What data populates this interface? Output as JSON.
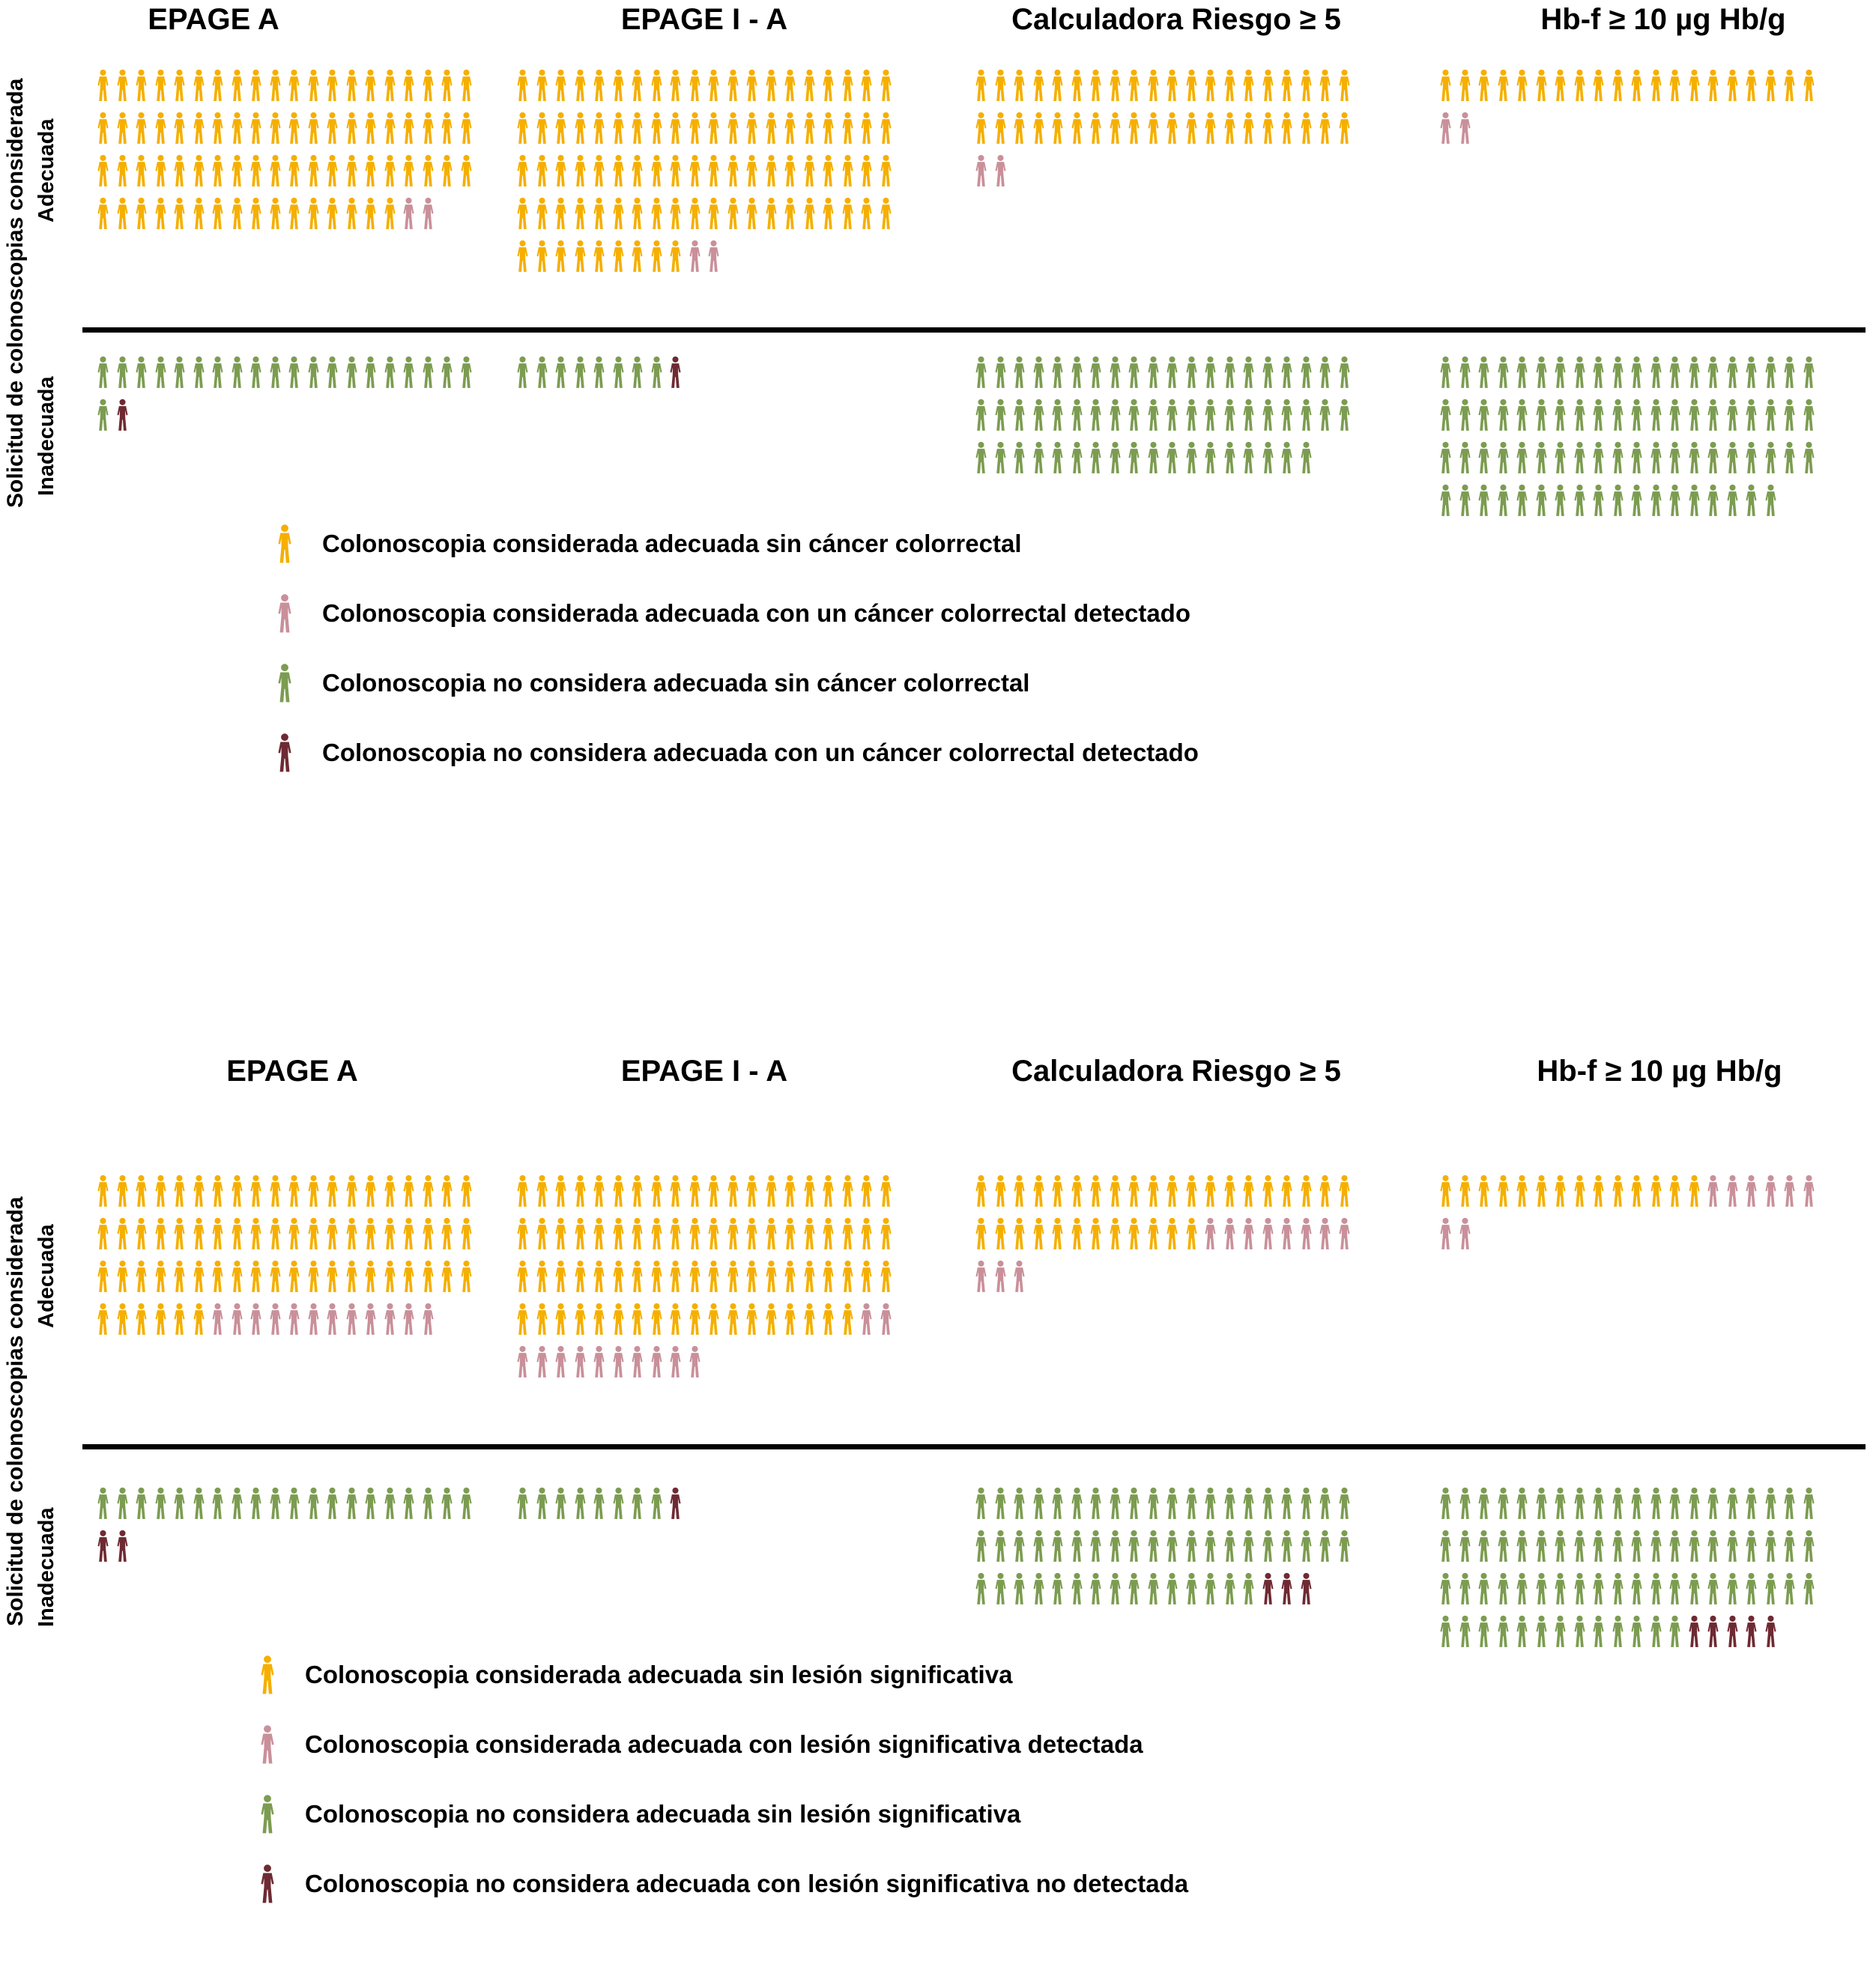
{
  "figure": {
    "axis_title": "Solicitud de colonoscopias considerada",
    "section_labels": {
      "adequate": "Adecuada",
      "inadequate": "Inadecuada"
    }
  },
  "colors": {
    "y": "#F5AF00",
    "p": "#C9909A",
    "g": "#7C9C51",
    "d": "#6E2A33"
  },
  "chart_data": {
    "type": "pictograph",
    "description_of_keys": {
      "y": "adequate colonoscopy without finding (yellow person)",
      "p": "adequate colonoscopy with finding detected (pink person)",
      "g": "not-adequate colonoscopy without finding (green person)",
      "d": "not-adequate colonoscopy with finding (dark red person)"
    },
    "panels": [
      {
        "outcome": "cáncer colorrectal",
        "legend": [
          {
            "category": "y",
            "label": "Colonoscopia considerada adecuada sin cáncer colorrectal"
          },
          {
            "category": "p",
            "label": "Colonoscopia considerada adecuada con un cáncer colorrectal detectado"
          },
          {
            "category": "g",
            "label": "Colonoscopia no considera adecuada sin cáncer colorrectal"
          },
          {
            "category": "d",
            "label": "Colonoscopia no considera adecuada con un cáncer colorrectal detectado"
          }
        ],
        "columns": [
          {
            "header": "EPAGE A",
            "adequate_rows": [
              [
                [
                  "y",
                  20
                ]
              ],
              [
                [
                  "y",
                  20
                ]
              ],
              [
                [
                  "y",
                  20
                ]
              ],
              [
                [
                  "y",
                  16
                ],
                [
                  "p",
                  2
                ]
              ]
            ],
            "inadequate_rows": [
              [
                [
                  "g",
                  20
                ]
              ],
              [
                [
                  "g",
                  1
                ],
                [
                  "d",
                  1
                ]
              ]
            ],
            "totals": {
              "y": 76,
              "p": 2,
              "g": 21,
              "d": 1
            }
          },
          {
            "header": "EPAGE I - A",
            "adequate_rows": [
              [
                [
                  "y",
                  20
                ]
              ],
              [
                [
                  "y",
                  20
                ]
              ],
              [
                [
                  "y",
                  20
                ]
              ],
              [
                [
                  "y",
                  20
                ]
              ],
              [
                [
                  "y",
                  9
                ],
                [
                  "p",
                  2
                ]
              ]
            ],
            "inadequate_rows": [
              [
                [
                  "g",
                  8
                ],
                [
                  "d",
                  1
                ]
              ]
            ],
            "totals": {
              "y": 89,
              "p": 2,
              "g": 8,
              "d": 1
            }
          },
          {
            "header": "Calculadora Riesgo ≥ 5",
            "adequate_rows": [
              [
                [
                  "y",
                  20
                ]
              ],
              [
                [
                  "y",
                  20
                ]
              ],
              [
                [
                  "p",
                  2
                ]
              ]
            ],
            "inadequate_rows": [
              [
                [
                  "g",
                  20
                ]
              ],
              [
                [
                  "g",
                  20
                ]
              ],
              [
                [
                  "g",
                  18
                ]
              ]
            ],
            "totals": {
              "y": 40,
              "p": 2,
              "g": 58,
              "d": 0
            }
          },
          {
            "header": "Hb-f ≥  10 µg Hb/g",
            "adequate_rows": [
              [
                [
                  "y",
                  20
                ]
              ],
              [
                [
                  "p",
                  2
                ]
              ]
            ],
            "inadequate_rows": [
              [
                [
                  "g",
                  20
                ]
              ],
              [
                [
                  "g",
                  20
                ]
              ],
              [
                [
                  "g",
                  20
                ]
              ],
              [
                [
                  "g",
                  18
                ]
              ]
            ],
            "totals": {
              "y": 20,
              "p": 2,
              "g": 78,
              "d": 0
            }
          }
        ]
      },
      {
        "outcome": "lesión significativa",
        "legend": [
          {
            "category": "y",
            "label": "Colonoscopia considerada adecuada sin lesión significativa"
          },
          {
            "category": "p",
            "label": "Colonoscopia considerada adecuada con lesión significativa detectada"
          },
          {
            "category": "g",
            "label": "Colonoscopia no considera adecuada sin lesión significativa"
          },
          {
            "category": "d",
            "label": "Colonoscopia no considera adecuada con lesión significativa no detectada"
          }
        ],
        "columns": [
          {
            "header": "EPAGE A",
            "adequate_rows": [
              [
                [
                  "y",
                  20
                ]
              ],
              [
                [
                  "y",
                  20
                ]
              ],
              [
                [
                  "y",
                  20
                ]
              ],
              [
                [
                  "y",
                  6
                ],
                [
                  "p",
                  12
                ]
              ]
            ],
            "inadequate_rows": [
              [
                [
                  "g",
                  20
                ]
              ],
              [
                [
                  "d",
                  2
                ]
              ]
            ],
            "totals": {
              "y": 66,
              "p": 12,
              "g": 20,
              "d": 2
            }
          },
          {
            "header": "EPAGE I - A",
            "adequate_rows": [
              [
                [
                  "y",
                  20
                ]
              ],
              [
                [
                  "y",
                  20
                ]
              ],
              [
                [
                  "y",
                  20
                ]
              ],
              [
                [
                  "y",
                  18
                ],
                [
                  "p",
                  2
                ]
              ],
              [
                [
                  "p",
                  10
                ]
              ]
            ],
            "inadequate_rows": [
              [
                [
                  "g",
                  8
                ],
                [
                  "d",
                  1
                ]
              ]
            ],
            "totals": {
              "y": 78,
              "p": 12,
              "g": 8,
              "d": 1
            }
          },
          {
            "header": "Calculadora Riesgo ≥ 5",
            "adequate_rows": [
              [
                [
                  "y",
                  20
                ]
              ],
              [
                [
                  "y",
                  12
                ],
                [
                  "p",
                  8
                ]
              ],
              [
                [
                  "p",
                  3
                ]
              ]
            ],
            "inadequate_rows": [
              [
                [
                  "g",
                  20
                ]
              ],
              [
                [
                  "g",
                  20
                ]
              ],
              [
                [
                  "g",
                  15
                ],
                [
                  "d",
                  3
                ]
              ]
            ],
            "totals": {
              "y": 32,
              "p": 11,
              "g": 55,
              "d": 3
            }
          },
          {
            "header": "Hb-f ≥  10 µg Hb/g",
            "adequate_rows": [
              [
                [
                  "y",
                  14
                ],
                [
                  "p",
                  6
                ]
              ],
              [
                [
                  "p",
                  2
                ]
              ]
            ],
            "inadequate_rows": [
              [
                [
                  "g",
                  20
                ]
              ],
              [
                [
                  "g",
                  20
                ]
              ],
              [
                [
                  "g",
                  20
                ]
              ],
              [
                [
                  "g",
                  13
                ],
                [
                  "d",
                  5
                ]
              ]
            ],
            "totals": {
              "y": 14,
              "p": 8,
              "g": 73,
              "d": 5
            }
          }
        ]
      }
    ]
  }
}
